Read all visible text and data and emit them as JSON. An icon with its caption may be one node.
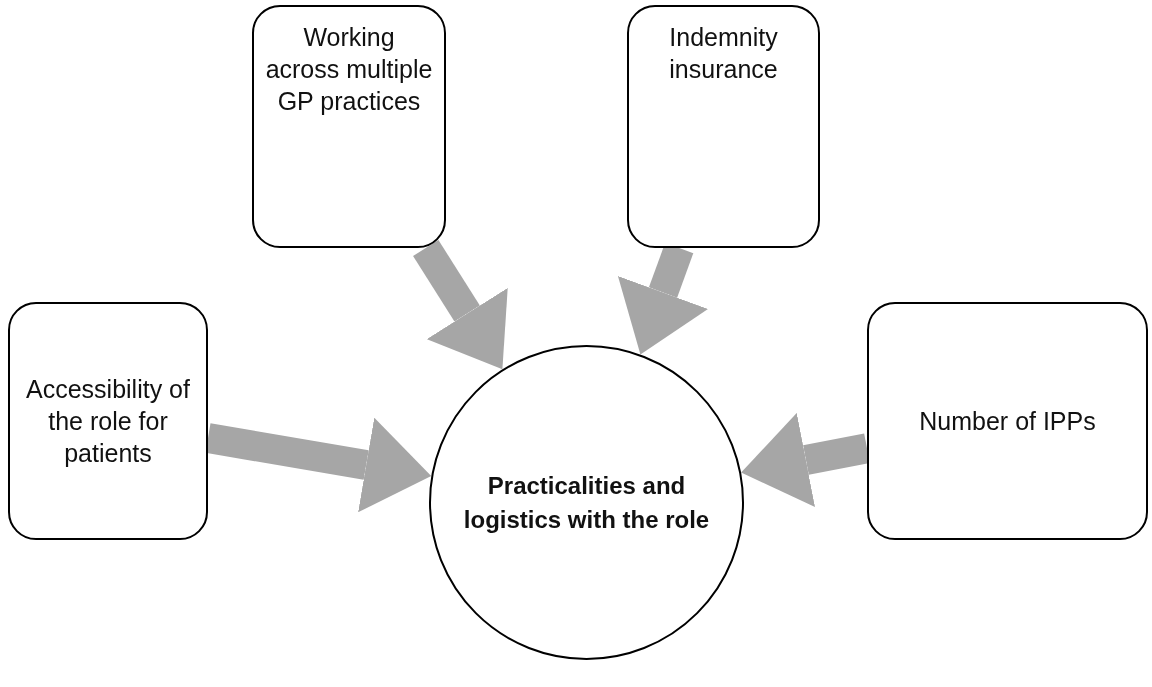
{
  "diagram": {
    "nodes": [
      {
        "text": [
          "Working across multiple GP practices"
        ]
      },
      {
        "text": [
          "Indemnity insurance"
        ]
      },
      {
        "text": [
          "Accessibility of the role for patients"
        ]
      },
      {
        "text": [
          "Number of IPPs"
        ]
      },
      {
        "text": [
          "Practicalities and logistics with the role"
        ]
      }
    ],
    "edges": [
      {
        "from": 0,
        "to": 4,
        "arrow": "to"
      },
      {
        "from": 1,
        "to": 4,
        "arrow": "to"
      },
      {
        "from": 2,
        "to": 4,
        "arrow": "to"
      },
      {
        "from": 3,
        "to": 4,
        "arrow": "to"
      }
    ]
  }
}
